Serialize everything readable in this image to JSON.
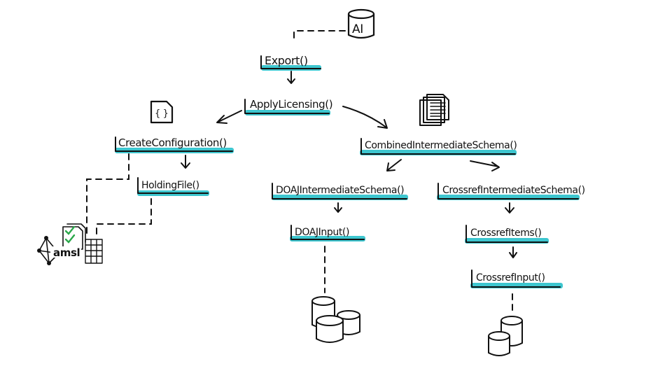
{
  "nodes": {
    "ai": "AI",
    "export": "Export()",
    "apply_licensing": "ApplyLicensing()",
    "create_configuration": "CreateConfiguration()",
    "holding_file": "HoldingFile()",
    "combined_schema": "CombinedIntermediateSchema()",
    "doaj_schema": "DOAJIntermediateSchema()",
    "doaj_input": "DOAJInput()",
    "crossref_schema": "CrossrefIntermediateSchema()",
    "crossref_items": "CrossrefItems()",
    "crossref_input": "CrossrefInput()"
  },
  "icons": {
    "config": "{ }",
    "amsl": "amsl"
  },
  "accent_color": "#33c3cc"
}
